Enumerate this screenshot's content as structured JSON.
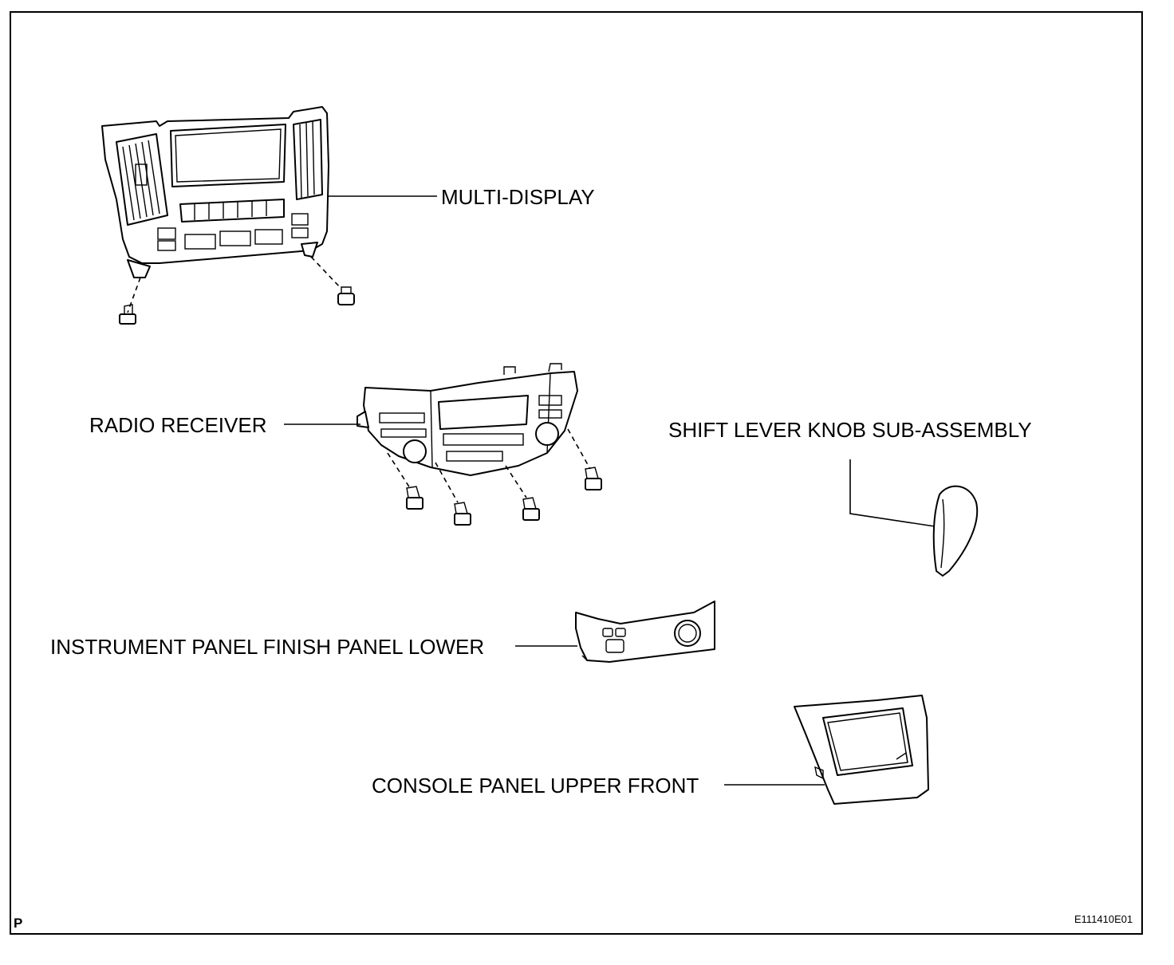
{
  "labels": {
    "multi_display": "MULTI-DISPLAY",
    "radio_receiver": "RADIO RECEIVER",
    "shift_lever_knob": "SHIFT LEVER KNOB SUB-ASSEMBLY",
    "finish_panel_lower": "INSTRUMENT PANEL FINISH PANEL LOWER",
    "console_panel": "CONSOLE PANEL UPPER FRONT"
  },
  "corner_mark": "P",
  "figure_code": "E111410E01"
}
